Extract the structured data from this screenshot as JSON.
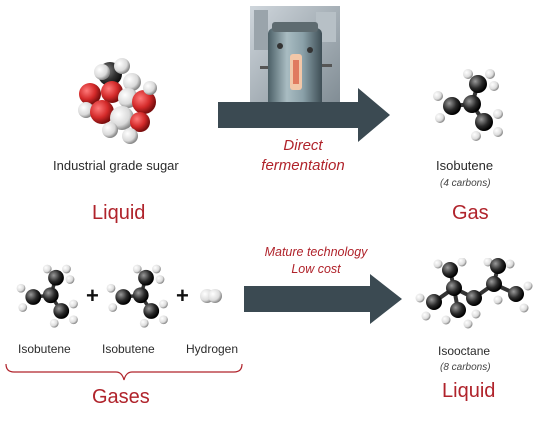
{
  "top": {
    "sugar_label": "Industrial grade sugar",
    "sugar_state": "Liquid",
    "process_line1": "Direct",
    "process_line2": "fermentation",
    "product_label": "Isobutene",
    "product_sub": "(4 carbons)",
    "product_state": "Gas"
  },
  "bottom": {
    "reactant1": "Isobutene",
    "reactant2": "Isobutene",
    "reactant3": "Hydrogen",
    "plus": "+",
    "reactants_state": "Gases",
    "process_line1": "Mature technology",
    "process_line2": "Low cost",
    "product_label": "Isooctane",
    "product_sub": "(8 carbons)",
    "product_state": "Liquid"
  },
  "colors": {
    "arrow": "#3b4a52",
    "accent_red": "#b0232b",
    "carbon": "#2a2a2a",
    "hydrogen": "#e6e6e6",
    "oxygen": "#d42a2a"
  }
}
